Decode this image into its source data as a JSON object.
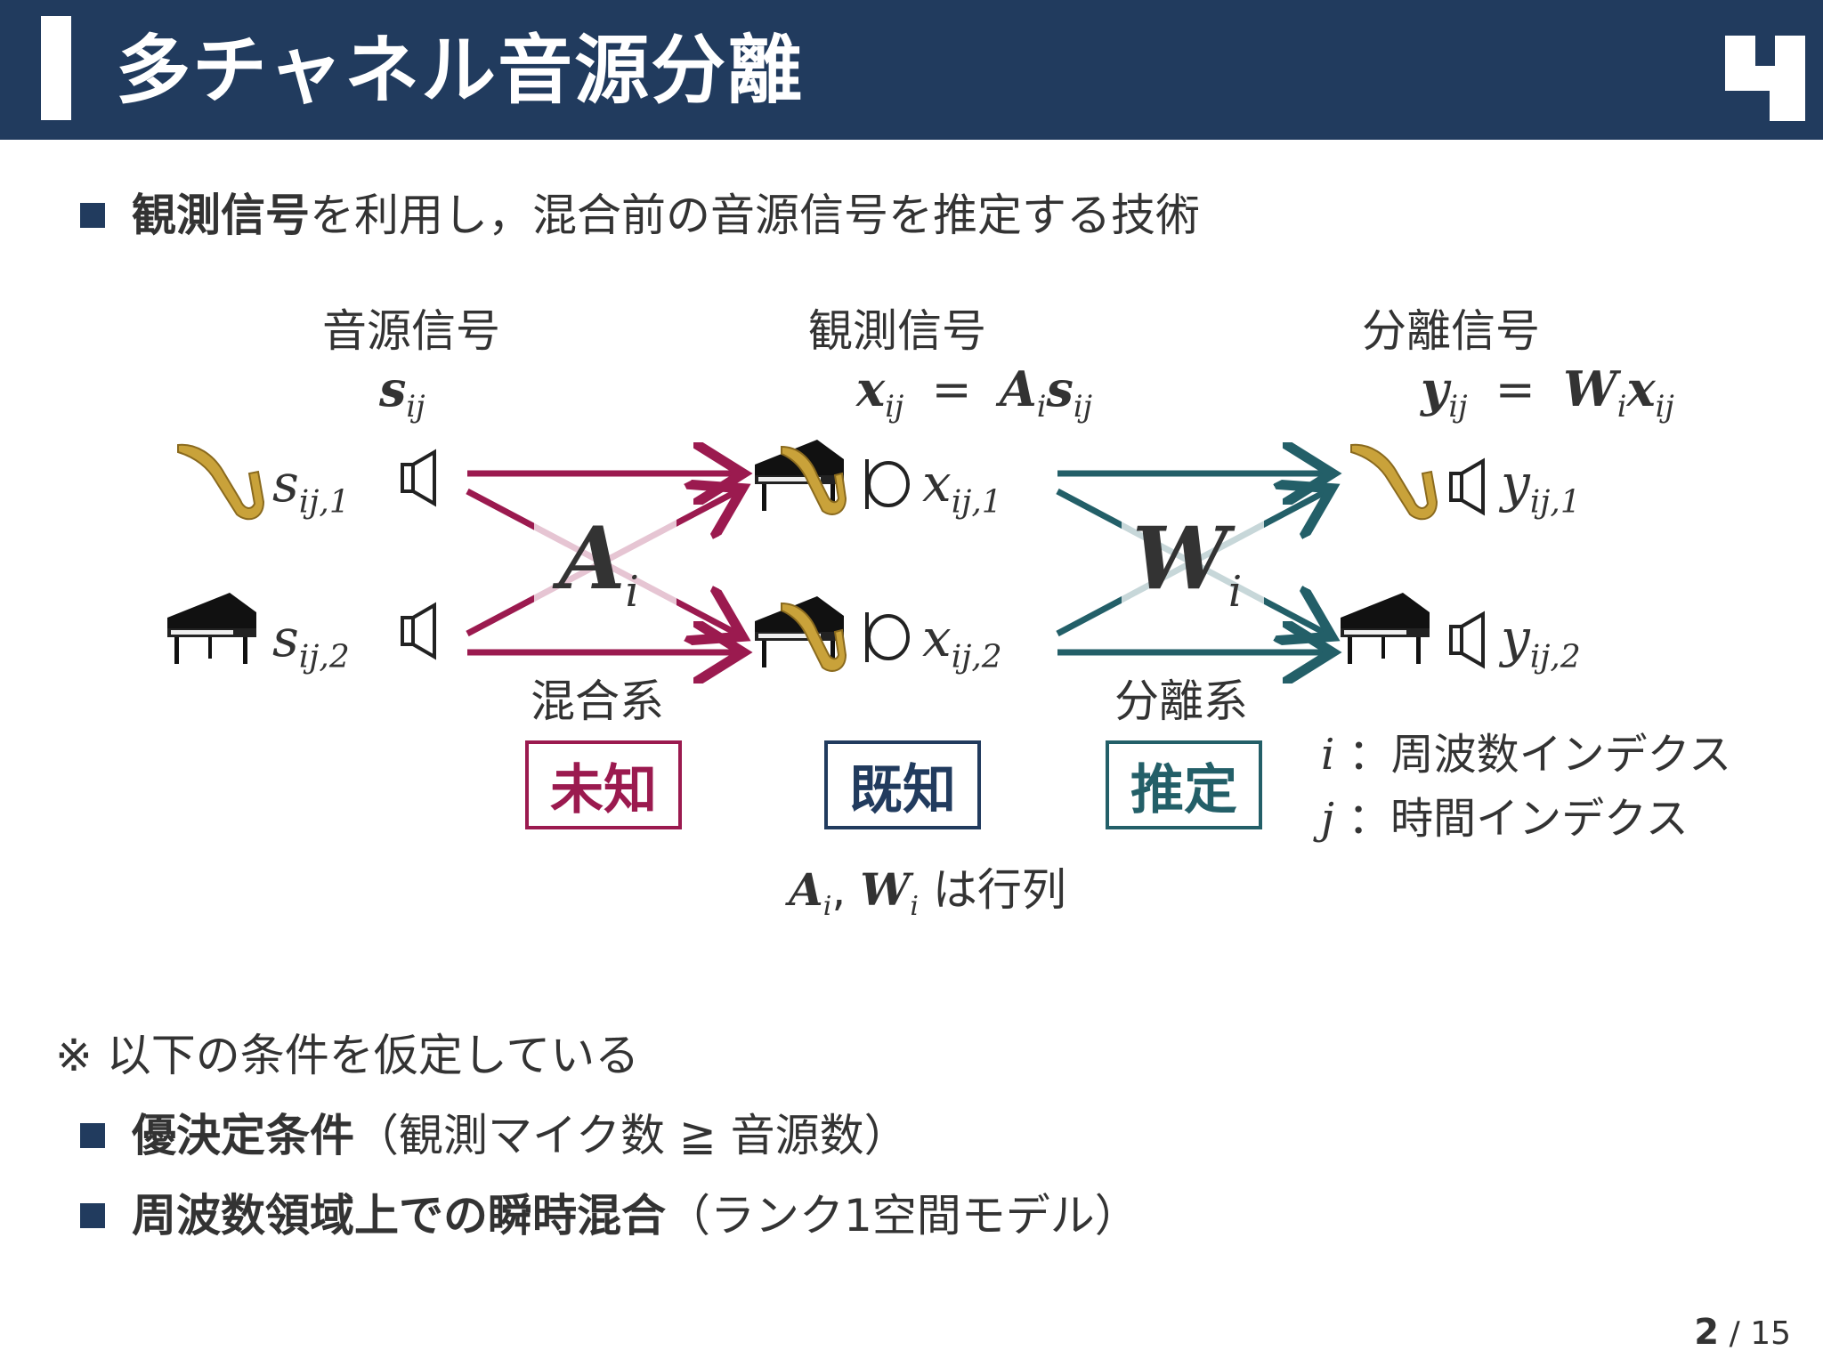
{
  "header": {
    "title": "多チャネル音源分離"
  },
  "intro": {
    "bold": "観測信号",
    "rest": "を利用し，混合前の音源信号を推定する技術"
  },
  "diagram": {
    "source": {
      "title": "音源信号",
      "formula": "s",
      "sub": "ij",
      "row1": {
        "var": "s",
        "sub": "ij,1"
      },
      "row2": {
        "var": "s",
        "sub": "ij,2"
      }
    },
    "observed": {
      "title": "観測信号",
      "formula_lhs": "x",
      "formula_lhs_sub": "ij",
      "formula_eq": "=",
      "formula_rhs_a": "A",
      "formula_rhs_a_sub": "i",
      "formula_rhs_b": "s",
      "formula_rhs_b_sub": "ij",
      "row1": {
        "var": "x",
        "sub": "ij,1"
      },
      "row2": {
        "var": "x",
        "sub": "ij,2"
      }
    },
    "separated": {
      "title": "分離信号",
      "formula_lhs": "y",
      "formula_lhs_sub": "ij",
      "formula_eq": "=",
      "formula_rhs_a": "W",
      "formula_rhs_a_sub": "i",
      "formula_rhs_b": "x",
      "formula_rhs_b_sub": "ij",
      "row1": {
        "var": "y",
        "sub": "ij,1"
      },
      "row2": {
        "var": "y",
        "sub": "ij,2"
      }
    },
    "mixing": {
      "matrix": "A",
      "matrix_sub": "i",
      "label": "混合系",
      "status": "未知",
      "color": "#9b1a4f"
    },
    "known": {
      "status": "既知",
      "color": "#213b5e"
    },
    "separation": {
      "matrix": "W",
      "matrix_sub": "i",
      "label": "分離系",
      "status": "推定",
      "color": "#235f68"
    },
    "matrix_note": {
      "a": "A",
      "a_sub": "i",
      "comma": ",",
      "w": "W",
      "w_sub": "i",
      "text": "は行列"
    },
    "legend": {
      "i_var": "i",
      "i_text": "：周波数インデクス",
      "j_var": "j",
      "j_text": "：時間インデクス"
    },
    "icons": [
      "saxophone-icon",
      "grand-piano-icon",
      "speaker-icon",
      "microphone-icon"
    ]
  },
  "notes": {
    "heading": "※ 以下の条件を仮定している",
    "item1_bold": "優決定条件",
    "item1_rest": "（観測マイク数 ≧ 音源数）",
    "item2_bold": "周波数領域上での瞬時混合",
    "item2_rest": "（ランク1空間モデル）"
  },
  "page": {
    "current": "2",
    "separator": "/",
    "total": "15"
  }
}
